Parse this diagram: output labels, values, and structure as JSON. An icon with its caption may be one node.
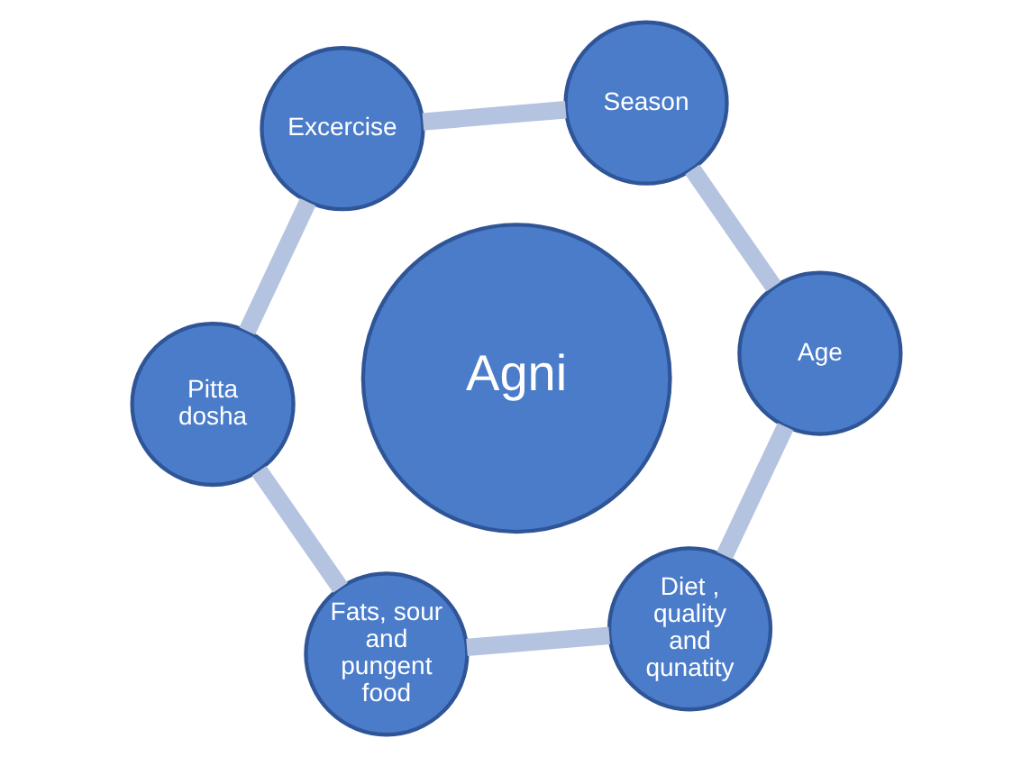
{
  "diagram": {
    "nodes": [
      {
        "text": [
          "Diet , quality and qunatity"
        ]
      },
      {
        "text": [
          "Age"
        ]
      },
      {
        "text": [
          "Fats, sour and pungent food"
        ]
      },
      {
        "text": [
          "Agni"
        ]
      },
      {
        "text": [
          "Season"
        ]
      },
      {
        "text": [
          "Pitta dosha"
        ]
      },
      {
        "text": [
          "Excercise"
        ]
      }
    ],
    "edges": [
      {
        "from": 0,
        "to": 2,
        "arrow": "none"
      },
      {
        "from": 2,
        "to": 5,
        "arrow": "none"
      },
      {
        "from": 5,
        "to": 6,
        "arrow": "none"
      },
      {
        "from": 6,
        "to": 4,
        "arrow": "none"
      },
      {
        "from": 4,
        "to": 1,
        "arrow": "none"
      },
      {
        "from": 1,
        "to": 0,
        "arrow": "none"
      }
    ]
  }
}
